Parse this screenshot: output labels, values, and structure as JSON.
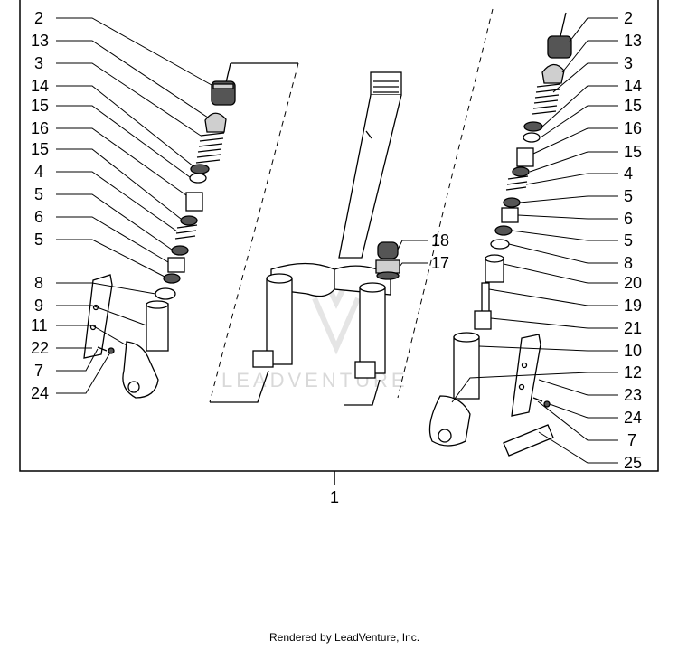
{
  "callouts_left": [
    "2",
    "13",
    "3",
    "14",
    "15",
    "16",
    "15",
    "4",
    "5",
    "6",
    "5",
    "8",
    "9",
    "11",
    "22",
    "7",
    "24"
  ],
  "callouts_center": [
    "18",
    "17"
  ],
  "callouts_right": [
    "2",
    "13",
    "3",
    "14",
    "15",
    "16",
    "15",
    "4",
    "5",
    "6",
    "5",
    "8",
    "20",
    "19",
    "21",
    "10",
    "12",
    "23",
    "24",
    "7",
    "25"
  ],
  "assembly_number": "1",
  "watermark": "LEADVENTURE",
  "footer": "Rendered by LeadVenture, Inc."
}
